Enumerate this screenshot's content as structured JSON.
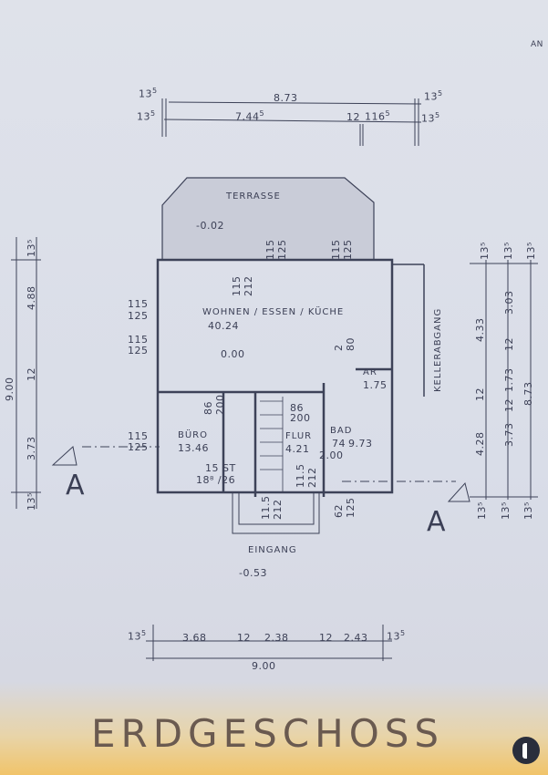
{
  "corner_text": "AN",
  "title": "ERDGESCHOSS",
  "rooms": {
    "terrasse": "TERRASSE",
    "terrasse_level": "-0.02",
    "wohnen": "WOHNEN / ESSEN / KÜCHE",
    "wohnen_area": "40.24",
    "wohnen_level": "0.00",
    "ar": "AR",
    "ar_area": "1.75",
    "buero": "BÜRO",
    "buero_area": "13.46",
    "stairs": "15 ST",
    "stairs_ratio": "18⁸ /26",
    "flur": "FLUR",
    "flur_area": "4.21",
    "bad": "BAD",
    "bad_area": "9.73",
    "eingang": "EINGANG",
    "eingang_level": "-0.53",
    "kellerabgang": "KELLERABGANG"
  },
  "openings": {
    "o1": "115",
    "o1b": "212",
    "o2": "115",
    "o2b": "125",
    "o3": "115",
    "o3b": "125",
    "o4": "115",
    "o4b": "125",
    "o5": "115",
    "o5b": "125",
    "o6": "2",
    "o6b": "80",
    "o7": "86",
    "o7b": "200",
    "o8": "86",
    "o8b": "200",
    "o9": "115",
    "o9b": "125",
    "o10": "74",
    "o10b": "2.00",
    "o11": "11.5",
    "o11b": "212",
    "o12": "11.5",
    "o12b": "212",
    "o13": "62",
    "o13b": "125"
  },
  "dims_top": {
    "a": "13",
    "a5": "5",
    "b": "8.73",
    "c": "13",
    "c5": "5",
    "d": "13",
    "d5": "5",
    "e": "7.44",
    "e5": "5",
    "f": "12",
    "g": "116",
    "g5": "5",
    "h": "13",
    "h5": "5"
  },
  "dims_left": {
    "total": "9.00",
    "a": "4.88",
    "b": "12",
    "c": "3.73",
    "d": "13⁵",
    "e": "13⁵"
  },
  "dims_right": {
    "a": "4.33",
    "b": "12",
    "c": "4.28",
    "d": "3.03",
    "e": "12",
    "f": "1.73",
    "g": "12",
    "h": "3.73",
    "total": "8.73",
    "t1": "13⁵",
    "t2": "13⁵",
    "t3": "13⁵",
    "b1": "13⁵",
    "b2": "13⁵",
    "b3": "13⁵"
  },
  "dims_bottom": {
    "l": "13",
    "l5": "5",
    "a": "3.68",
    "b": "12",
    "c": "2.38",
    "d": "12",
    "e": "2.43",
    "r": "13",
    "r5": "5",
    "total": "9.00"
  },
  "section_marks": {
    "left": "A",
    "right": "A"
  }
}
